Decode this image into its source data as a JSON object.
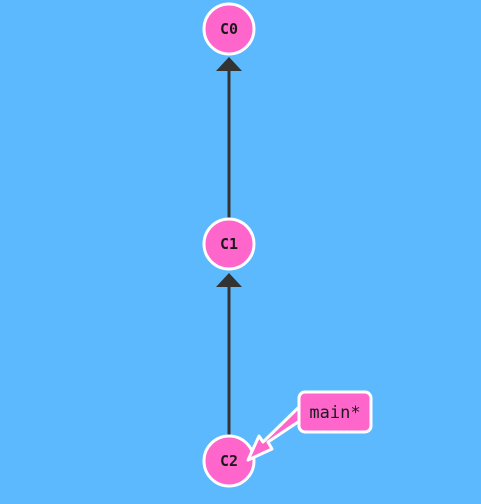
{
  "graph": {
    "commits": [
      {
        "id": "C0"
      },
      {
        "id": "C1"
      },
      {
        "id": "C2"
      }
    ],
    "branch": {
      "label": "main*"
    }
  },
  "colors": {
    "background": "#5cb9fd",
    "node_fill": "#ff66cc",
    "node_stroke": "#ffffff",
    "edge": "#333333",
    "branch_fill": "#ff66cc"
  }
}
